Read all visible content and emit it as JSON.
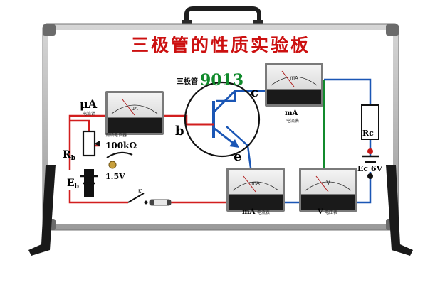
{
  "board": {
    "title": "三极管的性质实验板",
    "transistor_prefix": "三极管",
    "transistor_model": "9013",
    "terminal_c": "c",
    "terminal_b": "b",
    "terminal_e": "e"
  },
  "left_panel": {
    "ua_symbol": "μA",
    "ua_caption": "电流计",
    "pot_caption": "调频电位器",
    "pot_value": "100kΩ",
    "rb_label": "R",
    "rb_sub": "b",
    "eb_label": "E",
    "eb_sub": "b",
    "eb_voltage": "1.5V",
    "switch_label": "K"
  },
  "right_panel": {
    "rc_label": "Rc",
    "ec_label": "Ec 6V"
  },
  "meters": {
    "ua_meter": {
      "unit": "μA"
    },
    "ma_top": {
      "unit": "mA",
      "label": "mA",
      "caption": "电流表"
    },
    "ma_bottom": {
      "unit": "mA",
      "label": "mA",
      "caption": "电流表"
    },
    "v_meter": {
      "unit": "V",
      "label": "V",
      "caption": "电压表"
    }
  },
  "colors": {
    "title": "#cc1010",
    "red_wire": "#d21e1e",
    "blue_wire": "#1a56b5",
    "green_wire": "#118a2c",
    "frame": "#8a8a8a"
  }
}
